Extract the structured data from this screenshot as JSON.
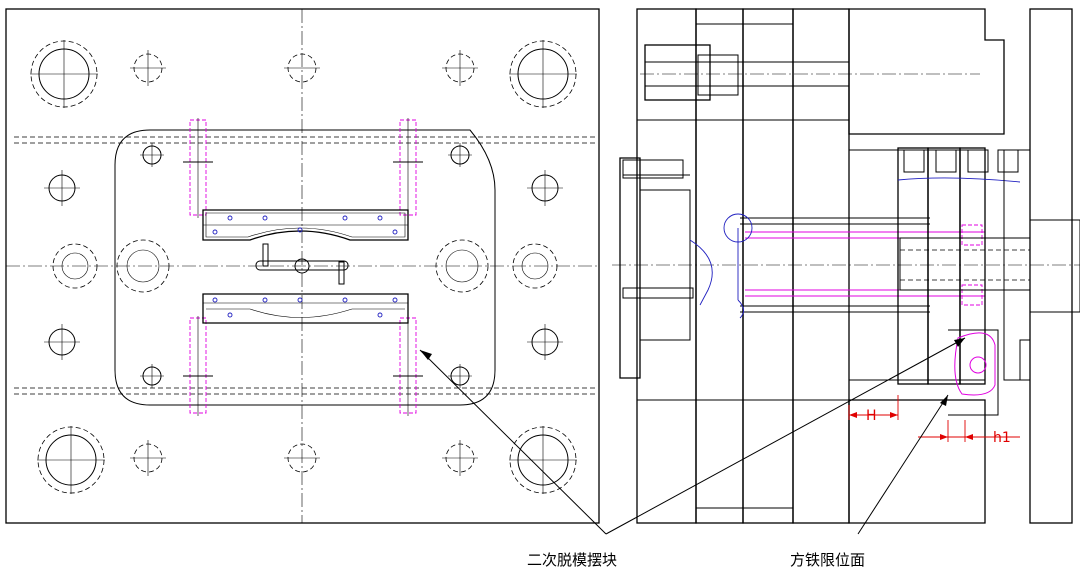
{
  "colors": {
    "line": "#000000",
    "magenta": "#e000e0",
    "blue": "#2020c0",
    "red": "#e00000",
    "background": "#ffffff"
  },
  "annotations": {
    "swing_block": "二次脱模摆块",
    "stopper_face": "方铁限位面"
  },
  "dimensions": {
    "h_upper": "H",
    "h_lower": "h1"
  }
}
